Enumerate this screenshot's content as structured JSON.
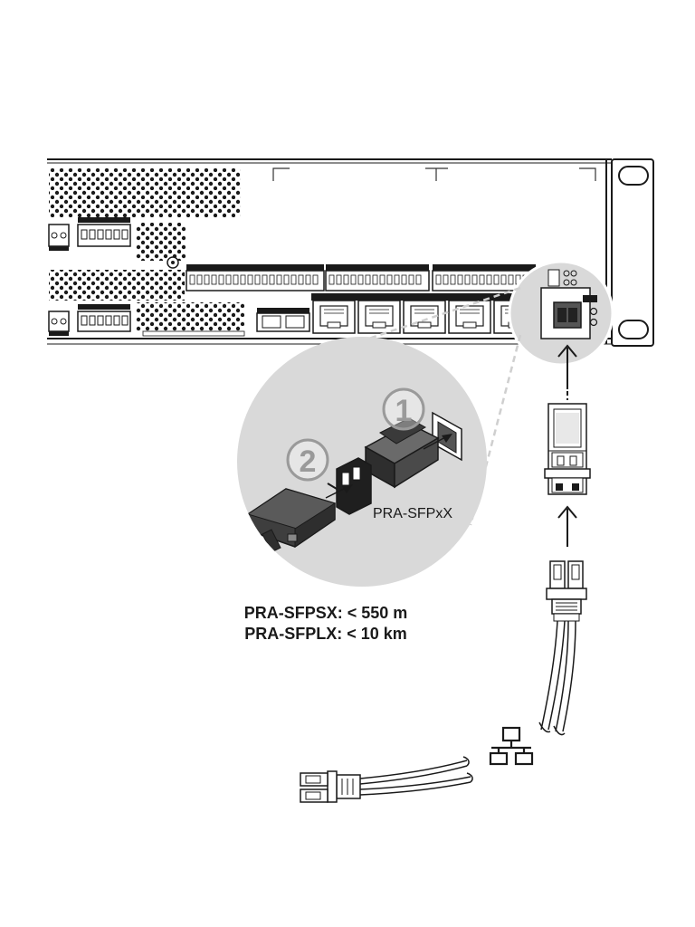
{
  "callouts": {
    "step_1": "1",
    "step_2": "2"
  },
  "module_label": "PRA-SFPxX",
  "specs": [
    "PRA-SFPSX: < 550 m",
    "PRA-SFPLX: < 10 km"
  ],
  "network_icon": "network-topology-icon",
  "colors": {
    "line": "#1a1a1a",
    "zoom_circle": "#d9d9d9",
    "module_dark": "#3a3a3a",
    "callout": "#9a9a9a",
    "dots": "#1a1a1a"
  }
}
